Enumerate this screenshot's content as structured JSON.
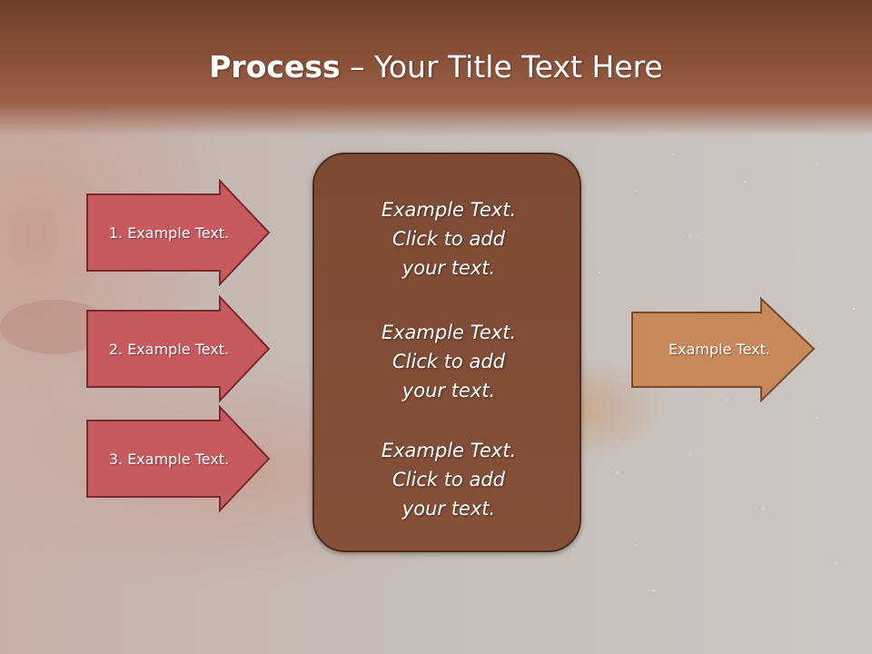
{
  "slide": {
    "title_bold": "Process",
    "title_rest": " – Your Title Text Here"
  },
  "left_arrows": [
    {
      "label": "1. Example Text."
    },
    {
      "label": "2. Example Text."
    },
    {
      "label": "3. Example Text."
    }
  ],
  "center_box": {
    "blocks": [
      {
        "line1": "Example Text.",
        "line2": "Click  to add",
        "line3": "your text."
      },
      {
        "line1": "Example Text.",
        "line2": "Click  to add",
        "line3": "your text."
      },
      {
        "line1": "Example Text.",
        "line2": "Click  to add",
        "line3": "your text."
      }
    ]
  },
  "right_arrow": {
    "label": "Example Text."
  },
  "colors": {
    "title_band": "#8a5139",
    "left_arrow_fill": "#c65a5e",
    "left_arrow_border": "#7a2a2e",
    "center_box_fill": "#805036",
    "right_arrow_fill": "#c8895a"
  }
}
